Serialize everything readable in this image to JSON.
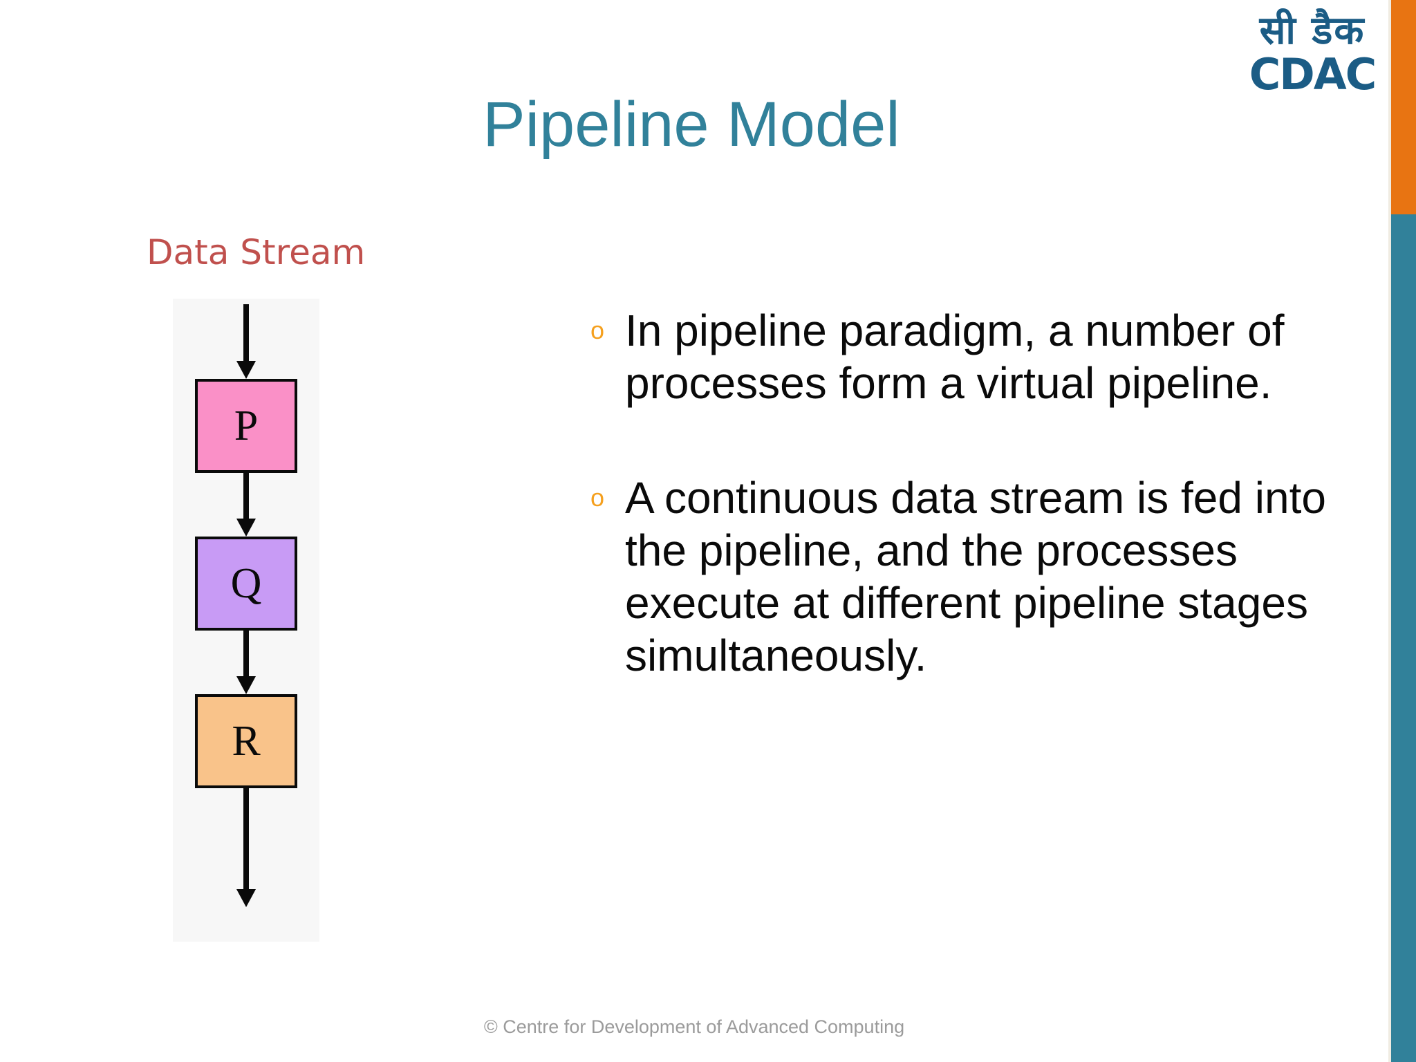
{
  "slide": {
    "title": "Pipeline Model",
    "footer": "© Centre for Development of Advanced Computing"
  },
  "logo": {
    "devanagari": "सी डैक",
    "latin": "CDAC",
    "color": "#1B5C85"
  },
  "decor": {
    "bar_orange": "#E87412",
    "bar_teal": "#31819A"
  },
  "diagram": {
    "label": "Data Stream",
    "label_color": "#C0504D",
    "panel_background": "#F7F7F7",
    "stages": [
      {
        "label": "P",
        "color": "#FA90C7"
      },
      {
        "label": "Q",
        "color": "#C89BF5"
      },
      {
        "label": "R",
        "color": "#F9C38A"
      }
    ]
  },
  "bullets": {
    "marker": "o",
    "marker_color": "#F5A01E",
    "items": [
      "In pipeline paradigm, a number of processes form a virtual pipeline.",
      "A continuous data stream is fed into the pipeline, and the processes execute at different pipeline stages simultaneously."
    ]
  }
}
